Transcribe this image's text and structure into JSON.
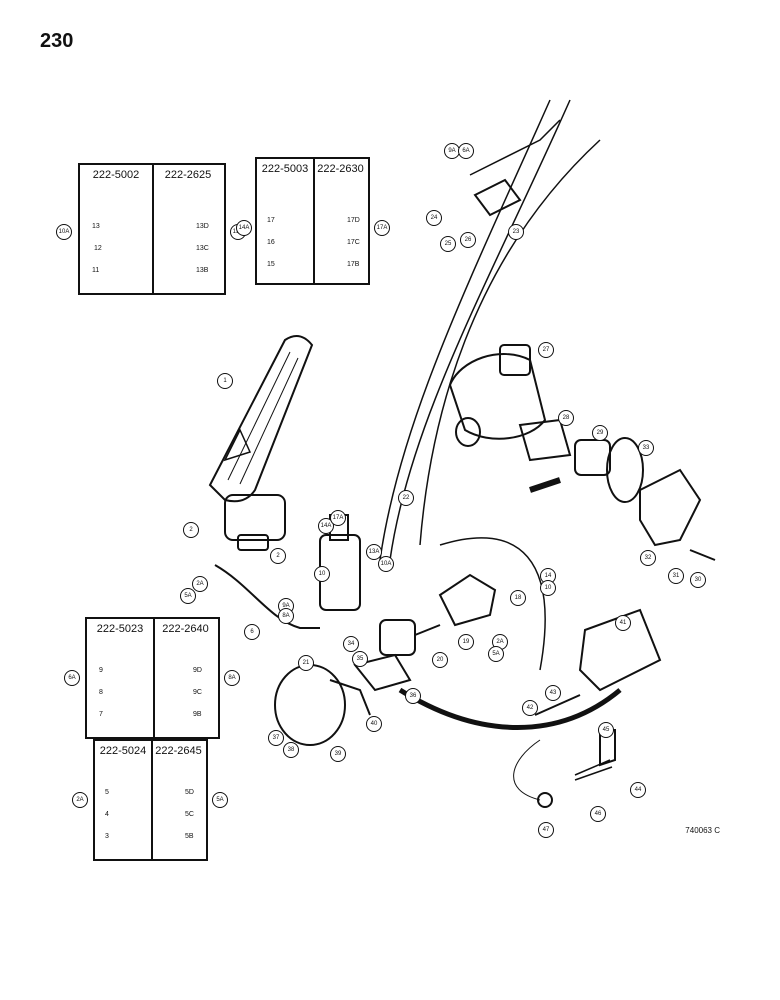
{
  "page_number": "230",
  "figure_code": "740063 C",
  "kits": [
    {
      "left_pn": "222-5002",
      "right_pn": "222-2625",
      "left_callout": "10A",
      "right_callout": "13A",
      "left_parts": [
        "13",
        "12",
        "11"
      ],
      "right_parts": [
        "13D",
        "13C",
        "13B"
      ]
    },
    {
      "left_pn": "222-5003",
      "right_pn": "222-2630",
      "left_callout": "14A",
      "right_callout": "17A",
      "left_parts": [
        "17",
        "16",
        "15"
      ],
      "right_parts": [
        "17D",
        "17C",
        "17B"
      ]
    },
    {
      "left_pn": "222-5023",
      "right_pn": "222-2640",
      "left_callout": "6A",
      "right_callout": "8A",
      "left_parts": [
        "9",
        "8",
        "7"
      ],
      "right_parts": [
        "9D",
        "9C",
        "9B"
      ]
    },
    {
      "left_pn": "222-5024",
      "right_pn": "222-2645",
      "left_callout": "2A",
      "right_callout": "5A",
      "left_parts": [
        "5",
        "4",
        "3"
      ],
      "right_parts": [
        "5D",
        "5C",
        "5B"
      ]
    }
  ],
  "callouts": [
    "1",
    "2",
    "2",
    "2A",
    "5A",
    "6",
    "9A",
    "8A",
    "10",
    "14A",
    "17A",
    "13A",
    "10A",
    "22",
    "9A",
    "6A",
    "24",
    "25",
    "26",
    "23",
    "27",
    "28",
    "29",
    "33",
    "32",
    "31",
    "30",
    "18",
    "14",
    "19",
    "20",
    "21",
    "36",
    "34",
    "35",
    "2A",
    "5A",
    "39",
    "40",
    "37",
    "38",
    "41",
    "42",
    "43",
    "45",
    "44",
    "46",
    "47",
    "10"
  ]
}
